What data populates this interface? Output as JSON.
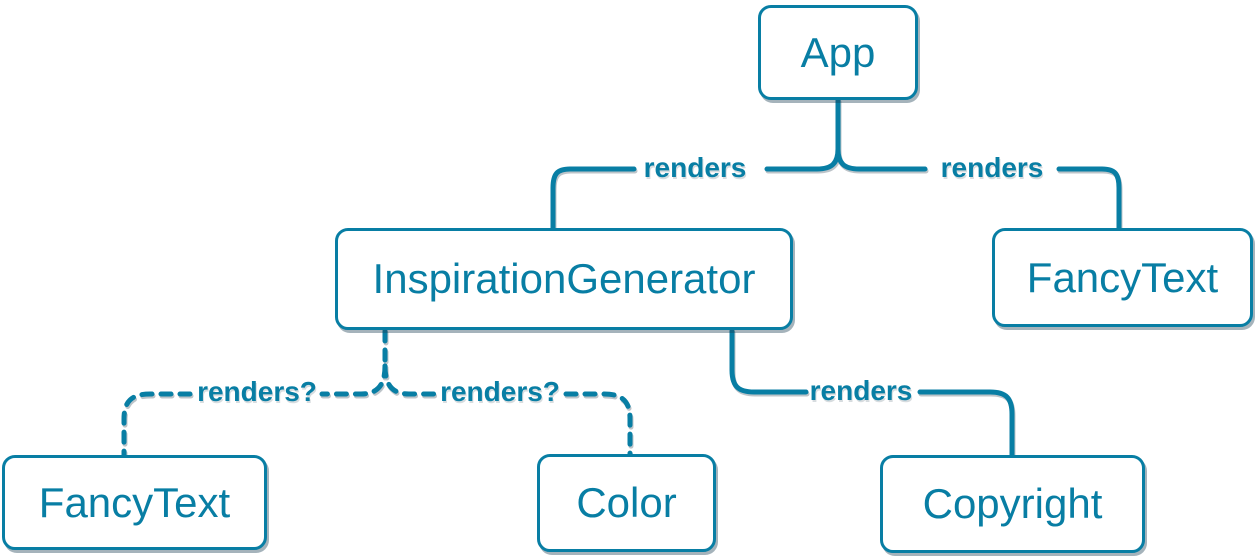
{
  "diagram": {
    "type": "component-render-tree",
    "background_color": "#ffffff",
    "accent_color": "#087ea4",
    "node_fill_color": "#ffffff",
    "nodes": [
      {
        "id": "app",
        "label": "App"
      },
      {
        "id": "inspiration-generator",
        "label": "InspirationGenerator"
      },
      {
        "id": "fancy-text-top",
        "label": "FancyText"
      },
      {
        "id": "fancy-text-bottom",
        "label": "FancyText"
      },
      {
        "id": "color",
        "label": "Color"
      },
      {
        "id": "copyright",
        "label": "Copyright"
      }
    ],
    "edges": [
      {
        "from": "App",
        "to": "InspirationGenerator",
        "label": "renders",
        "style": "solid"
      },
      {
        "from": "App",
        "to": "FancyText",
        "label": "renders",
        "style": "solid"
      },
      {
        "from": "InspirationGenerator",
        "to": "FancyText",
        "label": "renders?",
        "style": "dashed"
      },
      {
        "from": "InspirationGenerator",
        "to": "Color",
        "label": "renders?",
        "style": "dashed"
      },
      {
        "from": "InspirationGenerator",
        "to": "Copyright",
        "label": "renders",
        "style": "solid"
      }
    ]
  }
}
